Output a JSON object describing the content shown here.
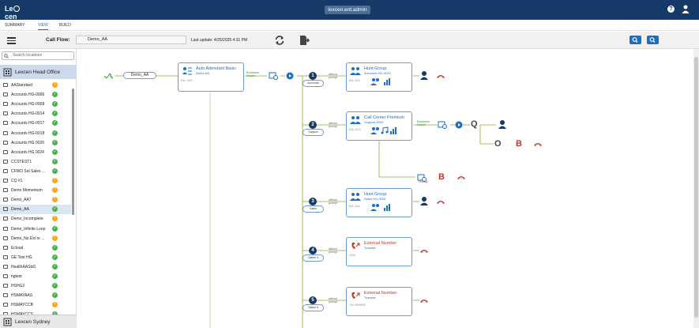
{
  "app": {
    "logo": "Lexicen",
    "user": "lexcen.ent.admin"
  },
  "tabs": [
    "SUMMARY",
    "VIEW",
    "BUILD"
  ],
  "toolbar": {
    "call_flow_label": "Call Flow:",
    "call_flow_value": "Demo_AA",
    "last_update": "Last update: 4/25/2025 4:31 PM"
  },
  "sidebar": {
    "search_placeholder": "Search locations",
    "location": "Lexcen Head Office",
    "footer_location": "Lexcen Sydney",
    "items": [
      {
        "label": "AAStandard",
        "status": "warn"
      },
      {
        "label": "Accounts HG-0006",
        "status": "ok"
      },
      {
        "label": "Accounts HG-0008",
        "status": "ok"
      },
      {
        "label": "Accounts HG-0014",
        "status": "ok"
      },
      {
        "label": "Accounts HG-0017",
        "status": "ok"
      },
      {
        "label": "Accounts HG-0018",
        "status": "ok"
      },
      {
        "label": "Accounts HG 0020",
        "status": "ok"
      },
      {
        "label": "Accounts HG 0024",
        "status": "ok"
      },
      {
        "label": "CCSTEST1",
        "status": "ok"
      },
      {
        "label": "CFWD Sol Sales ...",
        "status": "ok"
      },
      {
        "label": "CQ #1",
        "status": "warn"
      },
      {
        "label": "Demo Momentum",
        "status": "warn"
      },
      {
        "label": "Demo_AA7",
        "status": "warn"
      },
      {
        "label": "Demo_AA",
        "status": "ok"
      },
      {
        "label": "Demo_Incomplete",
        "status": "warn"
      },
      {
        "label": "Demo_Infinite Loop",
        "status": "ok"
      },
      {
        "label": "Demo_No Ext or ...",
        "status": "warn"
      },
      {
        "label": "Ecloud",
        "status": "ok"
      },
      {
        "label": "GE Test HG",
        "status": "ok"
      },
      {
        "label": "HealthAAStd1",
        "status": "ok"
      },
      {
        "label": "hgtest",
        "status": "ok"
      },
      {
        "label": "HSHG2",
        "status": "ok"
      },
      {
        "label": "HSMAYAAS",
        "status": "ok"
      },
      {
        "label": "HSMAYCCB",
        "status": "warn"
      },
      {
        "label": "HSMAYCCS",
        "status": "ok"
      }
    ]
  },
  "flow": {
    "start": "Demo_AA",
    "aa": {
      "title": "Auto Attendant Basic",
      "sub": "Demo AA",
      "ext": "Ext. 1201"
    },
    "business_hours": "Business Hours",
    "branches": [
      {
        "num": "1",
        "pill": "Accounts",
        "title": "Hunt Group",
        "sub": "Accounts HG-0010",
        "ext": "Ext. 1111"
      },
      {
        "num": "2",
        "pill": "Support",
        "title": "Call Center Premium",
        "sub": "Support-0000",
        "ext": "Ext. 1212"
      },
      {
        "num": "3",
        "pill": "Sales",
        "title": "Hunt Group",
        "sub": "Sales HG-0003",
        "ext": "Ext. 1111"
      },
      {
        "num": "4",
        "pill": "Option 4",
        "title": "External Number",
        "sub": "Transfer",
        "ext": "1234"
      },
      {
        "num": "5",
        "pill": "Option 5",
        "title": "External Number",
        "sub": "Transfer",
        "ext": "+61 0000000"
      }
    ],
    "without_prompt": "without prompt",
    "q": "Q",
    "o": "O",
    "b": "B",
    "holiday": "Holiday"
  },
  "colors": {
    "header": "#163a67",
    "accent": "#1a6fc4",
    "ok": "#4caf50",
    "warn": "#f5a623",
    "line": "#8aaa3a",
    "red": "#c0392b"
  }
}
